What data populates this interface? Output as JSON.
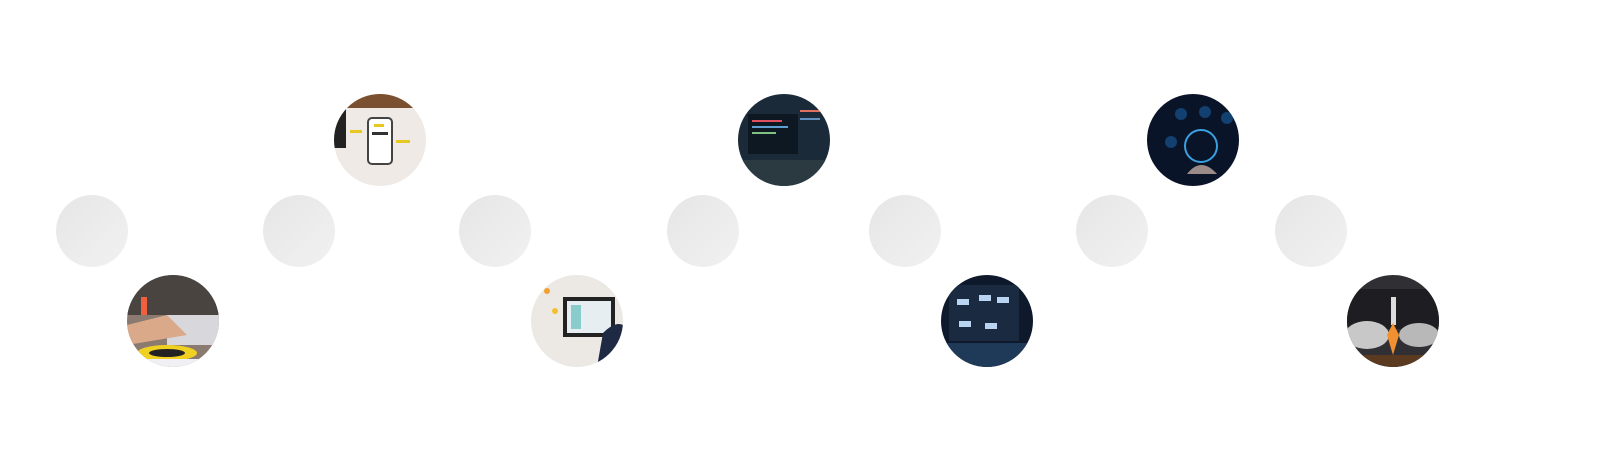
{
  "colors": {
    "node": "#ebebeb",
    "background": "#ffffff"
  },
  "steps": [
    {
      "image": "target-dart-photo"
    },
    {
      "image": "wireframe-sketch-photo"
    },
    {
      "image": "ui-design-monitor-photo"
    },
    {
      "image": "code-screen-photo"
    },
    {
      "image": "flowchart-tablet-photo"
    },
    {
      "image": "network-icons-photo"
    },
    {
      "image": "rocket-launch-photo"
    }
  ]
}
